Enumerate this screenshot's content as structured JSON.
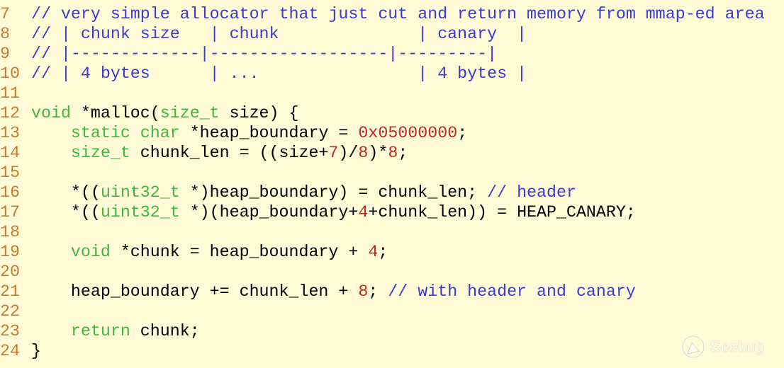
{
  "colors": {
    "background": "#fffbd6",
    "line_number": "#c87a2e",
    "keyword": "#3cb83c",
    "comment": "#3a3ad2",
    "number": "#c42525"
  },
  "lines": [
    {
      "n": "7",
      "tokens": [
        {
          "t": "cm",
          "s": "// very simple allocator that just cut and return memory from mmap-ed area"
        }
      ]
    },
    {
      "n": "8",
      "tokens": [
        {
          "t": "cm",
          "s": "// | chunk size   | chunk              | canary  |"
        }
      ]
    },
    {
      "n": "9",
      "tokens": [
        {
          "t": "cm",
          "s": "// |-------------|------------------|---------|"
        }
      ]
    },
    {
      "n": "10",
      "tokens": [
        {
          "t": "cm",
          "s": "// | 4 bytes      | ...                | 4 bytes |"
        }
      ]
    },
    {
      "n": "11",
      "tokens": []
    },
    {
      "n": "12",
      "tokens": [
        {
          "t": "kw",
          "s": "void"
        },
        {
          "t": "plain",
          "s": " *malloc("
        },
        {
          "t": "kw",
          "s": "size_t"
        },
        {
          "t": "plain",
          "s": " size) {"
        }
      ]
    },
    {
      "n": "13",
      "tokens": [
        {
          "t": "plain",
          "s": "    "
        },
        {
          "t": "kw",
          "s": "static"
        },
        {
          "t": "plain",
          "s": " "
        },
        {
          "t": "kw",
          "s": "char"
        },
        {
          "t": "plain",
          "s": " *heap_boundary = "
        },
        {
          "t": "num",
          "s": "0x05000000"
        },
        {
          "t": "plain",
          "s": ";"
        }
      ]
    },
    {
      "n": "14",
      "tokens": [
        {
          "t": "plain",
          "s": "    "
        },
        {
          "t": "kw",
          "s": "size_t"
        },
        {
          "t": "plain",
          "s": " chunk_len = ((size+"
        },
        {
          "t": "num",
          "s": "7"
        },
        {
          "t": "plain",
          "s": ")/"
        },
        {
          "t": "num",
          "s": "8"
        },
        {
          "t": "plain",
          "s": ")*"
        },
        {
          "t": "num",
          "s": "8"
        },
        {
          "t": "plain",
          "s": ";"
        }
      ]
    },
    {
      "n": "15",
      "tokens": []
    },
    {
      "n": "16",
      "tokens": [
        {
          "t": "plain",
          "s": "    *(("
        },
        {
          "t": "kw",
          "s": "uint32_t"
        },
        {
          "t": "plain",
          "s": " *)heap_boundary) = chunk_len; "
        },
        {
          "t": "cm",
          "s": "// header"
        }
      ]
    },
    {
      "n": "17",
      "tokens": [
        {
          "t": "plain",
          "s": "    *(("
        },
        {
          "t": "kw",
          "s": "uint32_t"
        },
        {
          "t": "plain",
          "s": " *)(heap_boundary+"
        },
        {
          "t": "num",
          "s": "4"
        },
        {
          "t": "plain",
          "s": "+chunk_len)) = HEAP_CANARY;"
        }
      ]
    },
    {
      "n": "18",
      "tokens": []
    },
    {
      "n": "19",
      "tokens": [
        {
          "t": "plain",
          "s": "    "
        },
        {
          "t": "kw",
          "s": "void"
        },
        {
          "t": "plain",
          "s": " *chunk = heap_boundary + "
        },
        {
          "t": "num",
          "s": "4"
        },
        {
          "t": "plain",
          "s": ";"
        }
      ]
    },
    {
      "n": "20",
      "tokens": []
    },
    {
      "n": "21",
      "tokens": [
        {
          "t": "plain",
          "s": "    heap_boundary += chunk_len + "
        },
        {
          "t": "num",
          "s": "8"
        },
        {
          "t": "plain",
          "s": "; "
        },
        {
          "t": "cm",
          "s": "// with header and canary"
        }
      ]
    },
    {
      "n": "22",
      "tokens": []
    },
    {
      "n": "23",
      "tokens": [
        {
          "t": "plain",
          "s": "    "
        },
        {
          "t": "kw",
          "s": "return"
        },
        {
          "t": "plain",
          "s": " chunk;"
        }
      ]
    },
    {
      "n": "24",
      "tokens": [
        {
          "t": "plain",
          "s": "}"
        }
      ]
    }
  ],
  "watermark": {
    "text": "Seebug"
  }
}
